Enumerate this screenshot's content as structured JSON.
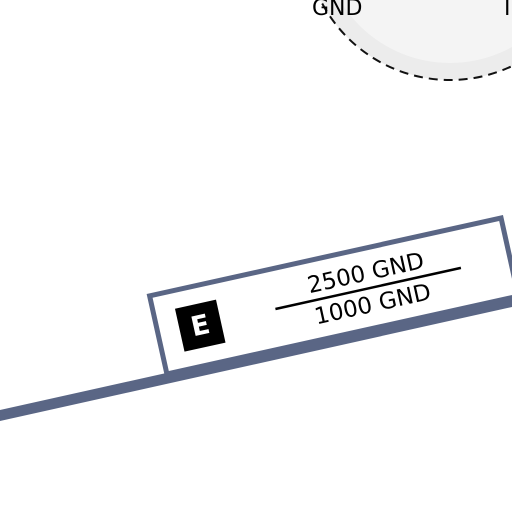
{
  "airspace_circle": {
    "partial_label_left": "GND",
    "partial_label_right": "I"
  },
  "airspace_label": {
    "class_letter": "E",
    "upper_limit": "2500 GND",
    "lower_limit": "1000 GND"
  },
  "colors": {
    "background": "#ffffff",
    "boundary": "#5a6685",
    "circle_fill": "#ececec",
    "circle_inner": "#f3f3f3",
    "dashed_outline": "#111111",
    "class_badge_bg": "#000000",
    "class_badge_text": "#ffffff",
    "label_text": "#000000"
  }
}
